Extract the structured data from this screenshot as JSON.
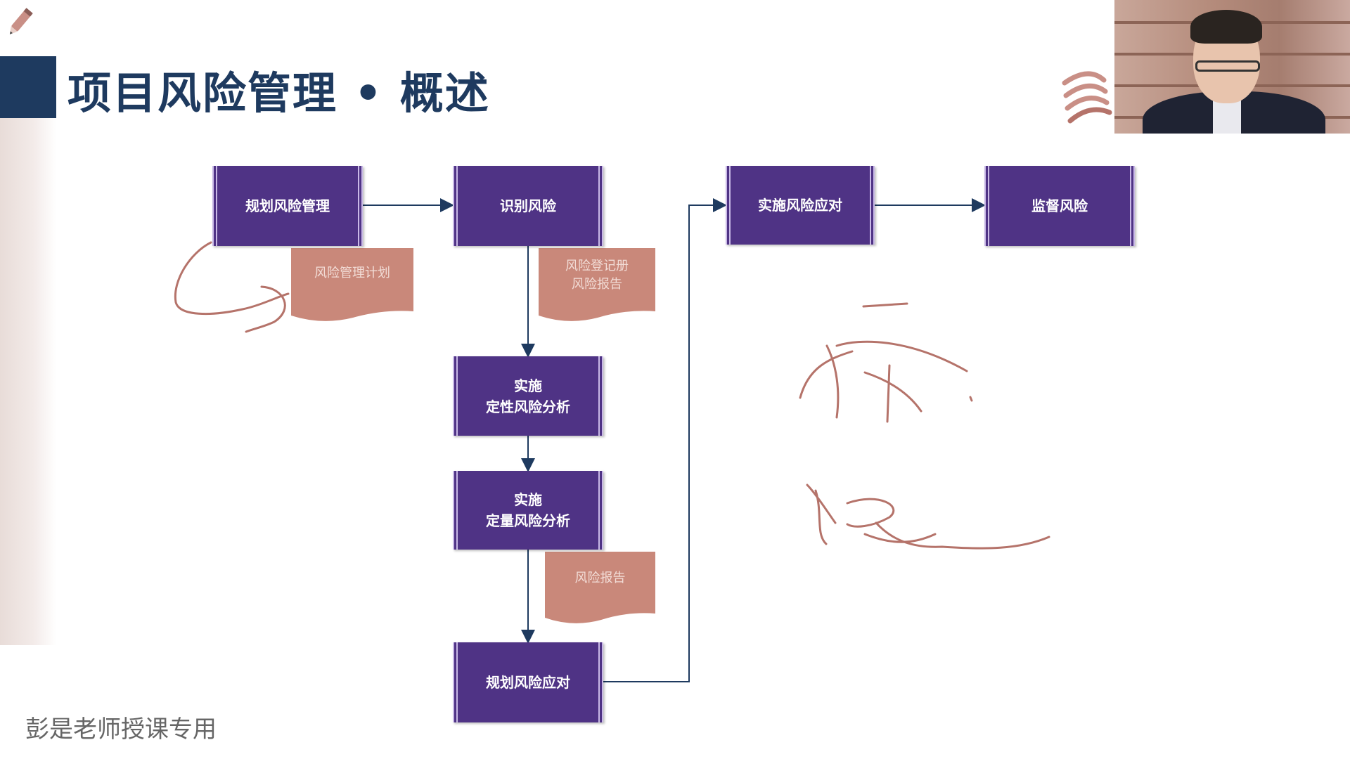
{
  "title": "项目风险管理 • 概述",
  "footer": "彭是老师授课专用",
  "colors": {
    "process_fill": "#4f3385",
    "document_fill": "#c9887a",
    "title_color": "#1e3a5f",
    "accent_bar": "#1e3a5f",
    "handwriting": "#b5736a",
    "arrow": "#1e3a5f"
  },
  "processes": {
    "plan_risk_management": "规划风险管理",
    "identify_risks": "识别风险",
    "qualitative_analysis": "实施\n定性风险分析",
    "quantitative_analysis": "实施\n定量风险分析",
    "plan_risk_responses": "规划风险应对",
    "implement_risk_responses": "实施风险应对",
    "monitor_risks": "监督风险"
  },
  "documents": {
    "risk_management_plan": "风险管理计划",
    "risk_register_report": "风险登记册\n风险报告",
    "risk_report": "风险报告"
  },
  "icons": [
    "pencil-icon",
    "brand-logo-icon"
  ]
}
